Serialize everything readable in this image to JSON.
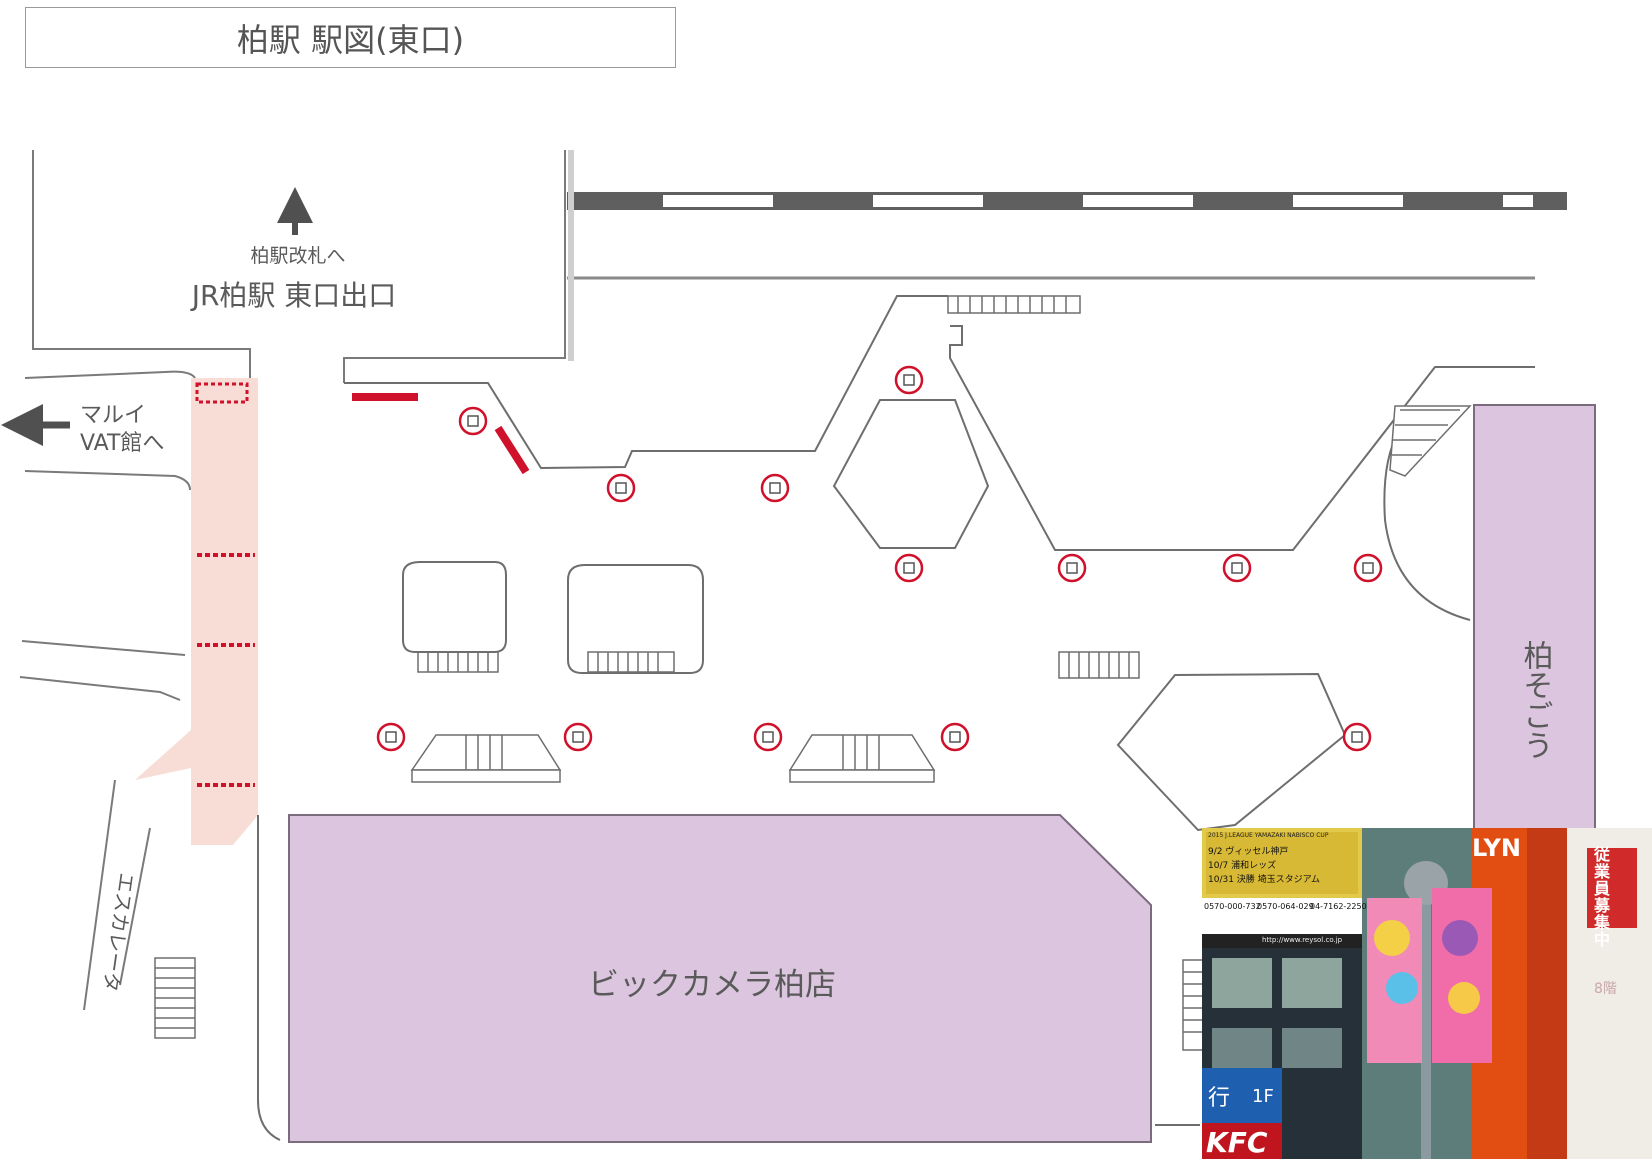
{
  "title": "柏駅 駅図(東口)",
  "labels": {
    "to_gates": "柏駅改札へ",
    "jr_exit": "JR柏駅 東口出口",
    "marui_line1": "マルイ",
    "marui_line2": "VAT館へ",
    "escalator": "エスカレータ",
    "bic_camera": "ビックカメラ柏店",
    "sogo": "柏そごう"
  },
  "colors": {
    "building_fill": "#dcc6df",
    "building_stroke": "#7a6b7d",
    "walkway_pink": "#f8dcd6",
    "marker_red": "#d0112b",
    "line_gray": "#6e6e6e",
    "rail_dark": "#5f5f5f"
  },
  "photo": {
    "banner_lines": [
      "2015 J.LEAGUE YAMAZAKI NABISCO CUP",
      "9/2 ヴィッセル神戸",
      "10/7 浦和レッズ",
      "10/31 決勝 埼玉スタジアム"
    ],
    "phone_numbers": [
      "0570-000-732",
      "0570-064-029",
      "04-7162-2250"
    ],
    "url": "http://www.reysol.co.jp",
    "sign_bank": "行",
    "sign_floor": "1F",
    "sign_kfc": "KFC",
    "sign_recruit": "従業員募集中",
    "sign_floor_8": "8階",
    "sign_store": "LYN"
  }
}
